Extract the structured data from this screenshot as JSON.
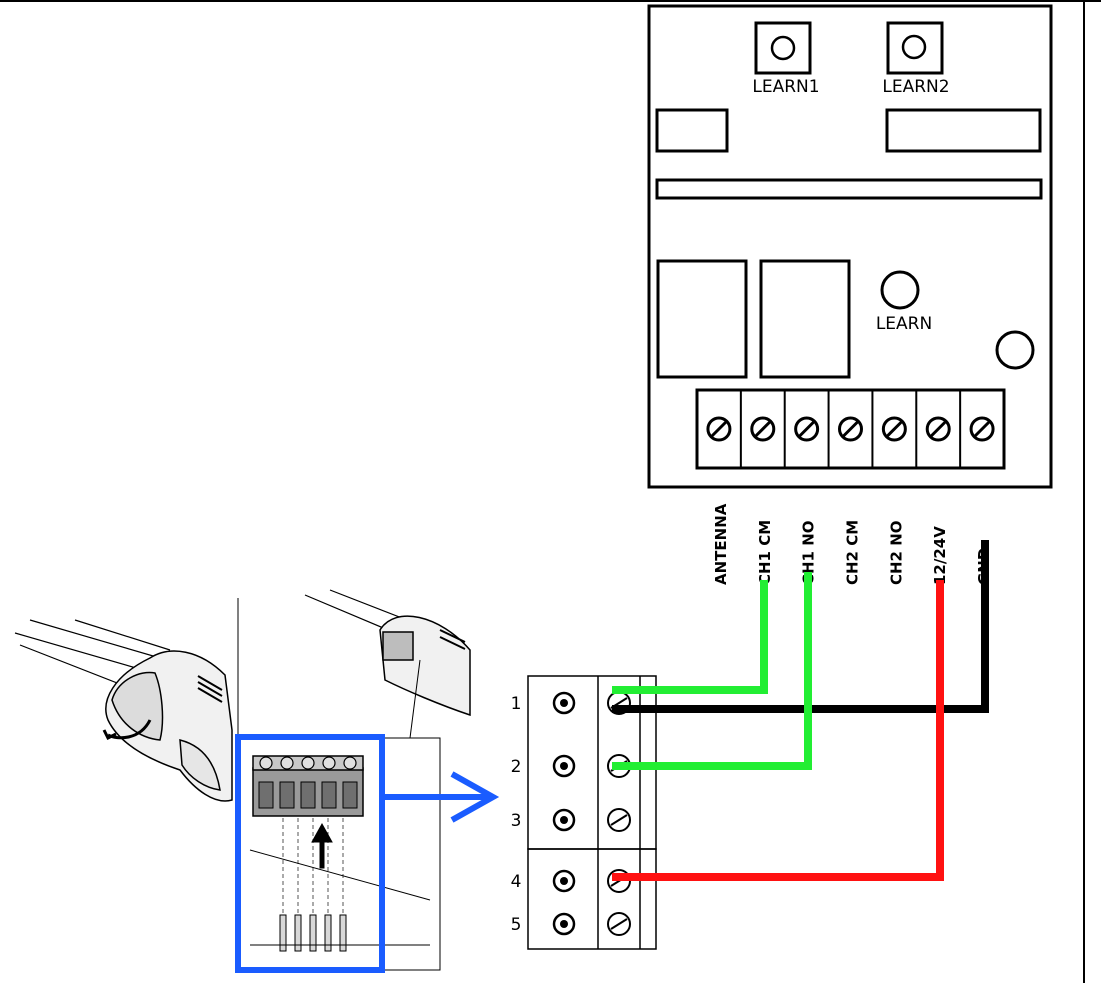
{
  "receiver": {
    "button_1_label": "LEARN1",
    "button_2_label": "LEARN2",
    "learn_label": "LEARN",
    "terminals": [
      "ANTENNA",
      "CH1 CM",
      "CH1 NO",
      "CH2 CM",
      "CH2 NO",
      "12/24V",
      "GND"
    ]
  },
  "opener_block": {
    "terminal_numbers": [
      "1",
      "2",
      "3",
      "4",
      "5"
    ]
  },
  "colors": {
    "ch1_wires": "#22ee33",
    "power_wire": "#ff1111",
    "ground_wire": "#000000",
    "callout": "#1a5cff",
    "outline": "#000000"
  },
  "connections": [
    {
      "from": "CH1 CM",
      "to": "1",
      "color": "green"
    },
    {
      "from": "GND",
      "to": "1",
      "color": "black"
    },
    {
      "from": "CH1 NO",
      "to": "2",
      "color": "green"
    },
    {
      "from": "12/24V",
      "to": "4",
      "color": "red"
    }
  ]
}
